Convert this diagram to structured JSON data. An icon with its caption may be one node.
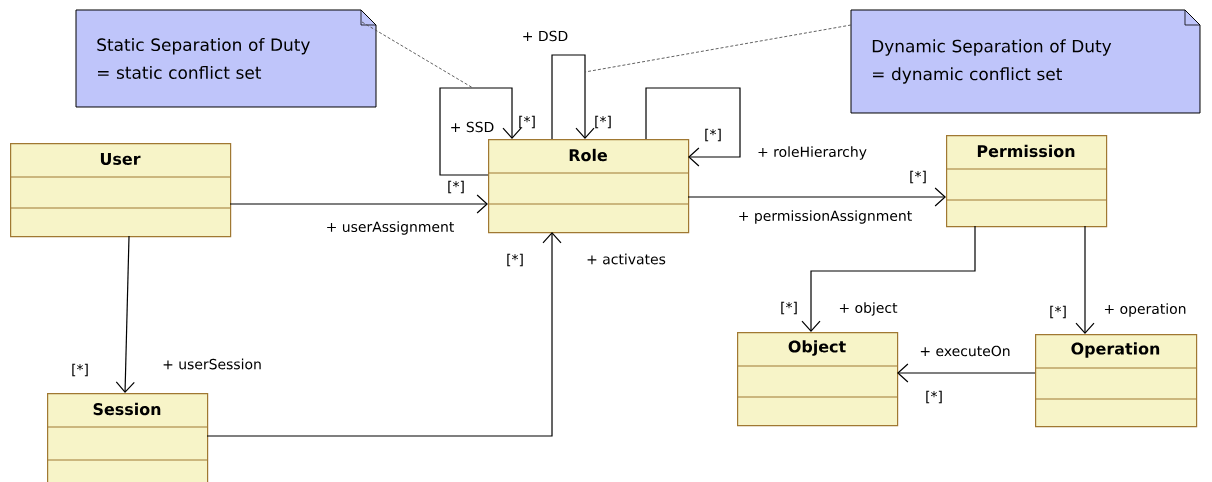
{
  "diagram": {
    "nodes": [
      {
        "text": [
          "Static Separation of Duty = static conflict set"
        ]
      },
      {
        "text": [
          "Dynamic Separation of Duty = dynamic conflict set"
        ]
      },
      {
        "text": [
          "User"
        ]
      },
      {
        "text": [
          "Role"
        ]
      },
      {
        "text": [
          "Permission"
        ]
      },
      {
        "text": [
          "Session"
        ]
      },
      {
        "text": [
          "Object"
        ]
      },
      {
        "text": [
          "Operation"
        ]
      }
    ],
    "edges": [
      {
        "from": 3,
        "to": 3,
        "arrow": "to",
        "label": "+ SSD"
      },
      {
        "from": 3,
        "to": 3,
        "arrow": "to",
        "label": "+ DSD"
      },
      {
        "from": 3,
        "to": 3,
        "arrow": "to",
        "label": "+ roleHierarchy"
      },
      {
        "from": 2,
        "to": 3,
        "arrow": "to",
        "label": "+ userAssignment"
      },
      {
        "from": 3,
        "to": 4,
        "arrow": "to",
        "label": "+ permissionAssignment"
      },
      {
        "from": 2,
        "to": 5,
        "arrow": "to",
        "label": "+ userSession"
      },
      {
        "from": 5,
        "to": 3,
        "arrow": "to",
        "label": "+ activates"
      },
      {
        "from": 4,
        "to": 6,
        "arrow": "to",
        "label": "+ object"
      },
      {
        "from": 4,
        "to": 7,
        "arrow": "to",
        "label": "+ operation"
      },
      {
        "from": 7,
        "to": 6,
        "arrow": "to",
        "label": "+ executeOn"
      },
      {
        "from": 0,
        "to": null,
        "arrow": "none",
        "style": "dashed"
      },
      {
        "from": 1,
        "to": null,
        "arrow": "none",
        "style": "dashed"
      }
    ],
    "labels": [
      "[*]",
      "[*]",
      "[*]",
      "[*]",
      "[*]",
      "[*]",
      "[*]",
      "[*]",
      "[*]",
      "[*]"
    ]
  }
}
